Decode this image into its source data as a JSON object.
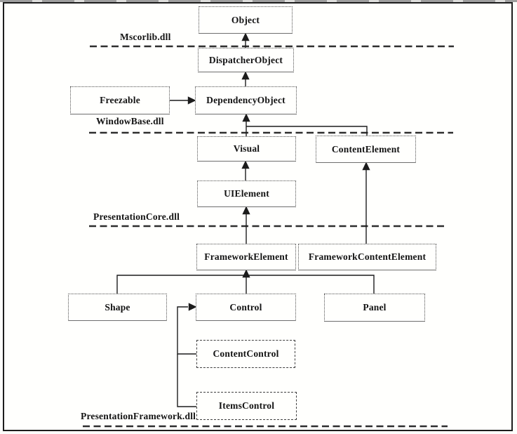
{
  "figure": {
    "description": "WPF class hierarchy diagram across assemblies",
    "background": "#fffffd",
    "frame_color": "#1d1d1d",
    "line_color": "#1c1c1c",
    "boundary_line_color": "#2e2e2e",
    "box_border_color": "#4f4f4f",
    "text_color": "#131313"
  },
  "nodes": [
    {
      "id": "object",
      "label": "Object"
    },
    {
      "id": "dispatcher-object",
      "label": "DispatcherObject"
    },
    {
      "id": "freezable",
      "label": "Freezable"
    },
    {
      "id": "dependency-object",
      "label": "DependencyObject"
    },
    {
      "id": "visual",
      "label": "Visual"
    },
    {
      "id": "content-element",
      "label": "ContentElement"
    },
    {
      "id": "ui-element",
      "label": "UIElement"
    },
    {
      "id": "framework-element",
      "label": "FrameworkElement"
    },
    {
      "id": "framework-content-element",
      "label": "FrameworkContentElement"
    },
    {
      "id": "shape",
      "label": "Shape"
    },
    {
      "id": "control",
      "label": "Control"
    },
    {
      "id": "panel",
      "label": "Panel"
    },
    {
      "id": "content-control",
      "label": "ContentControl"
    },
    {
      "id": "items-control",
      "label": "ItemsControl"
    }
  ],
  "boundaries": [
    {
      "id": "mscorlib",
      "label": "Mscorlib.dll"
    },
    {
      "id": "windowbase",
      "label": "WindowBase.dll"
    },
    {
      "id": "presentationcore",
      "label": "PresentationCore.dll"
    },
    {
      "id": "presentationframework",
      "label": "PresentationFramework.dll"
    }
  ],
  "edges": [
    {
      "from": "DispatcherObject",
      "to": "Object"
    },
    {
      "from": "DependencyObject",
      "to": "DispatcherObject"
    },
    {
      "from": "Freezable",
      "to": "DependencyObject"
    },
    {
      "from": "Visual",
      "to": "DependencyObject"
    },
    {
      "from": "ContentElement",
      "to": "DependencyObject"
    },
    {
      "from": "UIElement",
      "to": "Visual"
    },
    {
      "from": "FrameworkElement",
      "to": "UIElement"
    },
    {
      "from": "FrameworkContentElement",
      "to": "ContentElement"
    },
    {
      "from": "Shape",
      "to": "FrameworkElement"
    },
    {
      "from": "Control",
      "to": "FrameworkElement"
    },
    {
      "from": "Panel",
      "to": "FrameworkElement"
    },
    {
      "from": "ContentControl",
      "to": "Control"
    },
    {
      "from": "ItemsControl",
      "to": "Control"
    }
  ]
}
